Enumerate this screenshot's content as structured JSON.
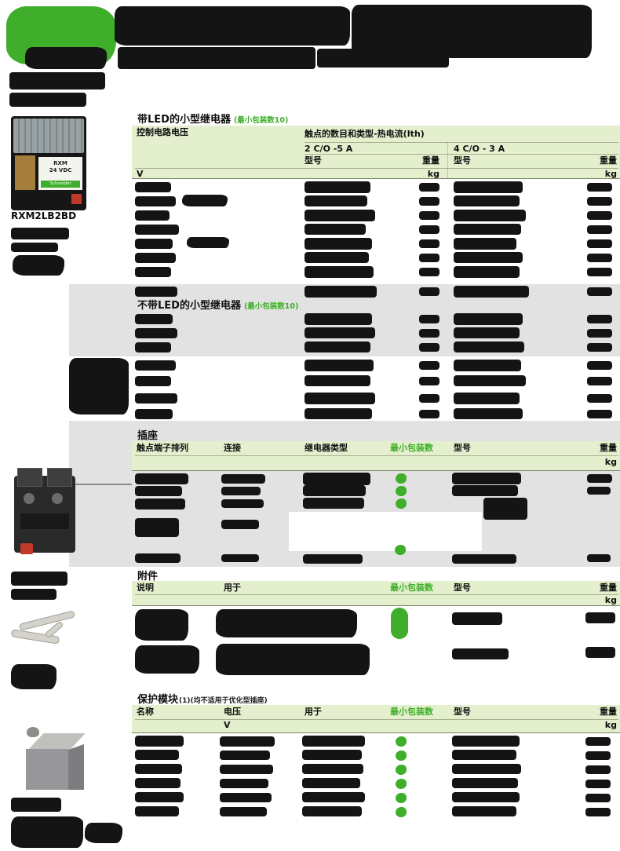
{
  "colors": {
    "brand_green": "#3fae2a",
    "header_band_green": "#e4efcd",
    "section_band_gray": "#e2e2e2",
    "pack_qty_green": "#3fae2a"
  },
  "relay_photo": {
    "label_line1": "RXM",
    "label_line2": "24 VDC",
    "brand": "Schneider",
    "caption": "RXM2LB2BD"
  },
  "led_relays": {
    "title": "带LED的小型继电器",
    "note": "(最小包装数10)",
    "col_control_voltage": "控制电路电压",
    "col_contacts": "触点的数目和类型-热电流(Ith)",
    "col_2co": "2 C/O -5 A",
    "col_4co": "4 C/O - 3 A",
    "model": "型号",
    "weight": "重量",
    "unit_v": "V",
    "unit_kg": "kg"
  },
  "noled_relays": {
    "title": "不带LED的小型继电器",
    "note": "(最小包装数10)"
  },
  "sockets": {
    "title": "插座",
    "h_terminal": "触点端子排列",
    "h_connection": "连接",
    "h_relay_type": "继电器类型",
    "h_min_pack": "最小包装数",
    "h_model": "型号",
    "h_weight": "重量",
    "unit_kg": "kg"
  },
  "accessories": {
    "title": "附件",
    "h_desc": "说明",
    "h_for": "用于",
    "h_min_pack": "最小包装数",
    "h_model": "型号",
    "h_weight": "重量",
    "unit_kg": "kg"
  },
  "protection_modules": {
    "title": "保护模块",
    "note": "(1)(均不适用于优化型插座)",
    "h_name": "名称",
    "h_voltage": "电压",
    "h_for": "用于",
    "h_min_pack": "最小包装数",
    "h_model": "型号",
    "h_weight": "重量",
    "unit_v": "V",
    "unit_kg": "kg"
  }
}
